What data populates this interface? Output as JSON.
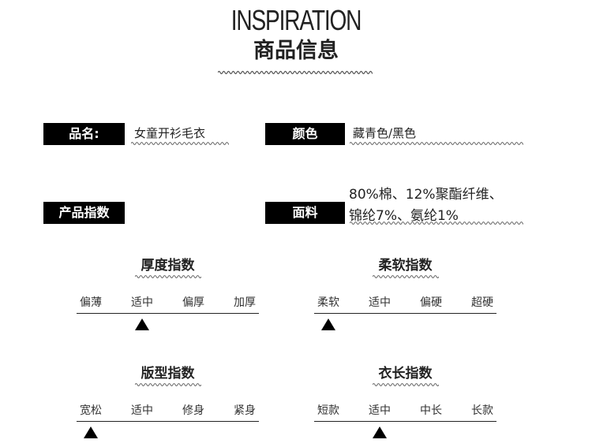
{
  "header": {
    "title_en": "INSPIRATION",
    "title_cn": "商品信息"
  },
  "fields": {
    "name_label": "品名:",
    "name_value": "女童开衫毛衣",
    "color_label": "颜色",
    "color_value": "藏青色/黑色",
    "index_label": "产品指数",
    "material_label": "面料",
    "material_line1": "80%棉、12%聚酯纤维、",
    "material_line2": "锦纶7%、氨纶1%"
  },
  "indices": {
    "thickness": {
      "title": "厚度指数",
      "options": [
        "偏薄",
        "适中",
        "偏厚",
        "加厚"
      ],
      "selected": 1
    },
    "softness": {
      "title": "柔软指数",
      "options": [
        "柔软",
        "适中",
        "偏硬",
        "超硬"
      ],
      "selected": 0
    },
    "fit": {
      "title": "版型指数",
      "options": [
        "宽松",
        "适中",
        "修身",
        "紧身"
      ],
      "selected": 0
    },
    "length": {
      "title": "衣长指数",
      "options": [
        "短款",
        "适中",
        "中长",
        "长款"
      ],
      "selected": 1
    }
  },
  "colors": {
    "label_bg": "#000000",
    "label_text": "#ffffff",
    "text": "#222222"
  }
}
